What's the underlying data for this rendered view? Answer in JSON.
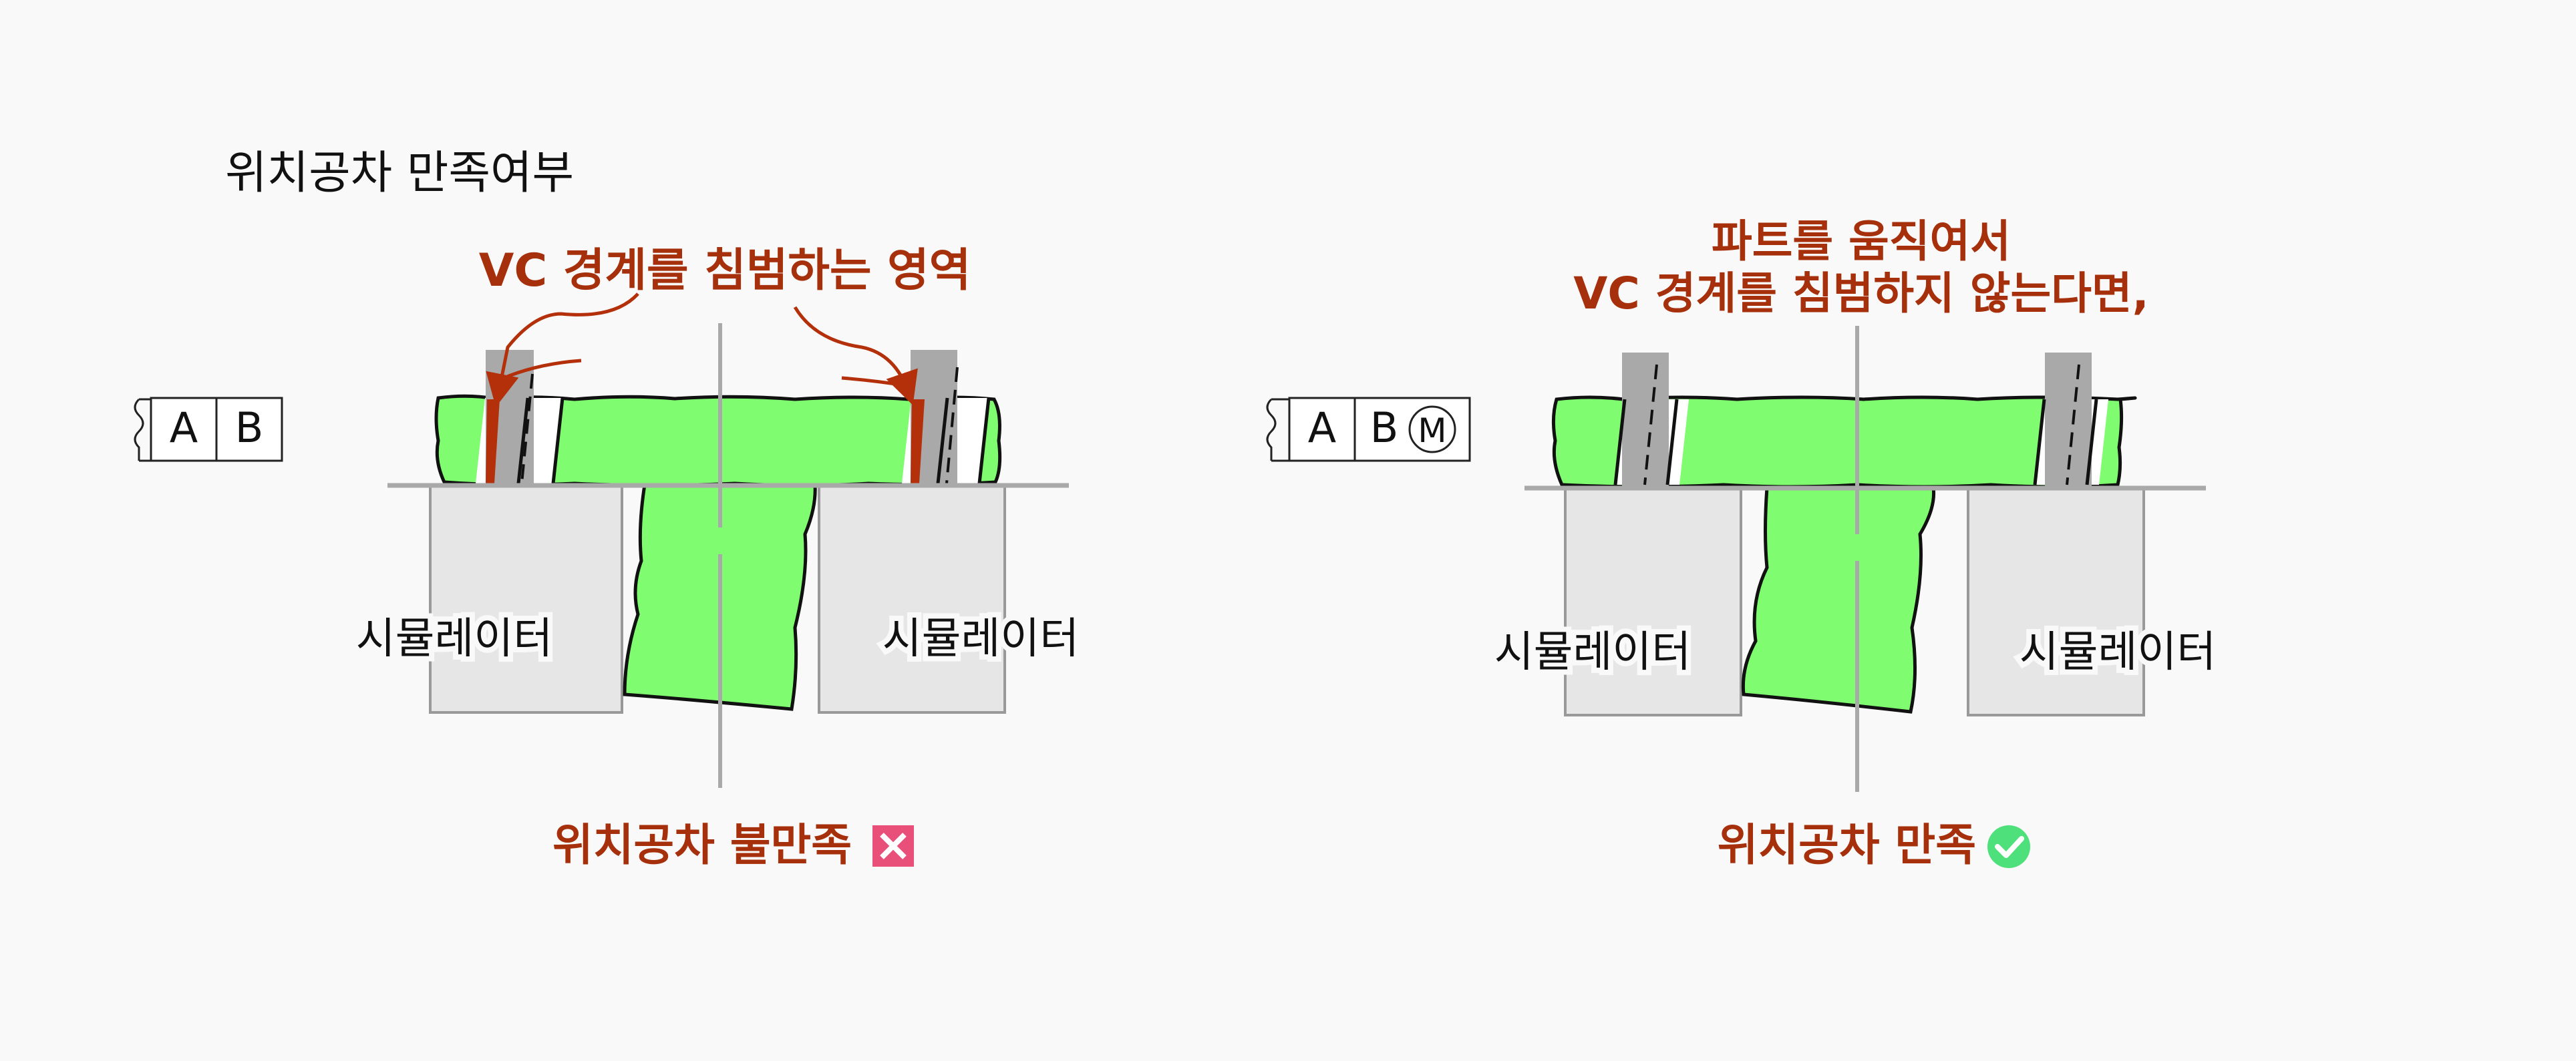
{
  "title": "위치공차 만족여부",
  "colors": {
    "part": "#7ffc6f",
    "fixture": "#e6e6e6",
    "boundary": "#a9a9a9",
    "violation": "#b3300a",
    "accent_text": "#a6300b",
    "fail_badge": "#e8507a",
    "pass_badge": "#4ee07a"
  },
  "left_panel": {
    "fcf": {
      "datum_a": "A",
      "datum_b": "B"
    },
    "annotation": "VC 경계를 침범하는 영역",
    "simulator_left": "시뮬레이터",
    "simulator_right": "시뮬레이터",
    "result": "위치공차 불만족",
    "result_icon": "x-mark-icon"
  },
  "right_panel": {
    "fcf": {
      "datum_a": "A",
      "datum_b": "B",
      "modifier": "M"
    },
    "annotation_line1": "파트를 움직여서",
    "annotation_line2": "VC 경계를 침범하지 않는다면,",
    "simulator_left": "시뮬레이터",
    "simulator_right": "시뮬레이터",
    "result": "위치공차 만족",
    "result_icon": "check-mark-icon"
  }
}
